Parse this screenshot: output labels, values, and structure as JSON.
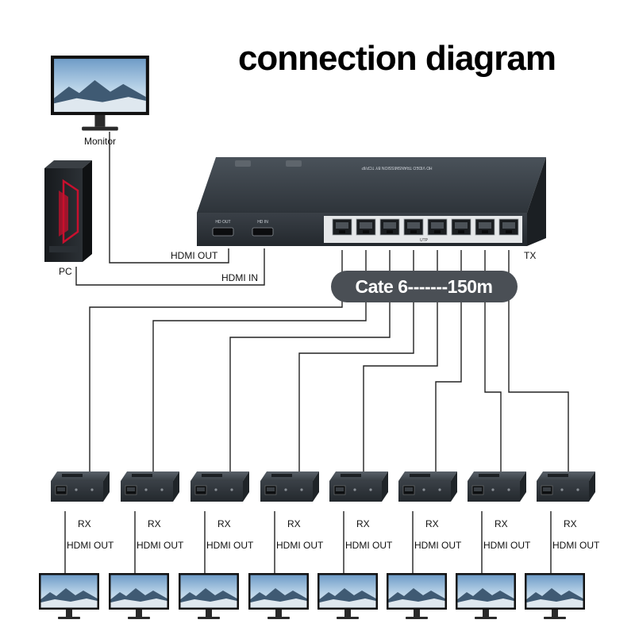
{
  "title": "connection diagram",
  "labels": {
    "monitor": "Monitor",
    "pc": "PC",
    "hdmi_out": "HDMI OUT",
    "hdmi_in": "HDMI IN",
    "tx": "TX",
    "cable": "Cate 6-------150m"
  },
  "transmitter": {
    "panel_text": "HD VIDEO TRANSMISSION BY TCP/IP",
    "port_hd_out": "HD OUT",
    "port_hd_in": "HD IN",
    "utp": "UTP"
  },
  "receivers": [
    {
      "rx": "RX",
      "out": "HDMI OUT"
    },
    {
      "rx": "RX",
      "out": "HDMI OUT"
    },
    {
      "rx": "RX",
      "out": "HDMI OUT"
    },
    {
      "rx": "RX",
      "out": "HDMI OUT"
    },
    {
      "rx": "RX",
      "out": "HDMI OUT"
    },
    {
      "rx": "RX",
      "out": "HDMI OUT"
    },
    {
      "rx": "RX",
      "out": "HDMI OUT"
    },
    {
      "rx": "RX",
      "out": "HDMI OUT"
    }
  ],
  "colors": {
    "device_body": "#2f363d",
    "badge": "#4a4f55",
    "pc_accent": "#c8102e",
    "screen_sky": "#9fc3e0"
  }
}
